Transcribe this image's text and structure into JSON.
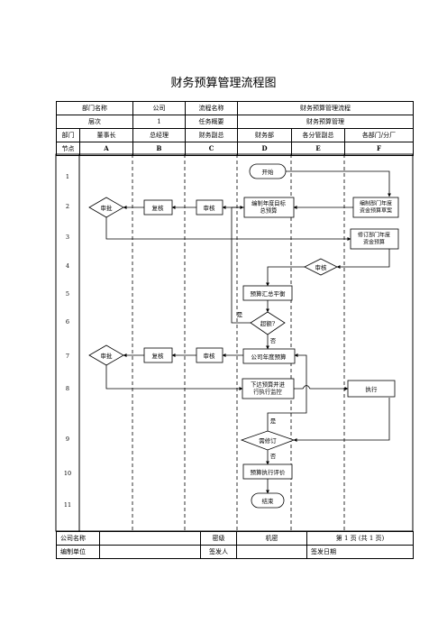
{
  "title": "财务预算管理流程图",
  "header": {
    "dept_name_label": "部门名称",
    "dept_name_value": "公司",
    "process_name_label": "流程名称",
    "process_name_value": "财务预算管理流程",
    "level_label": "层次",
    "level_value": "1",
    "task_label": "任务概要",
    "task_value": "财务预算管理",
    "departments": [
      "部门",
      "董事长",
      "总经理",
      "财务副总",
      "财务部",
      "各分管副总",
      "各部门/分厂"
    ],
    "nodes": [
      "节点",
      "A",
      "B",
      "C",
      "D",
      "E",
      "F"
    ]
  },
  "rows": [
    "1",
    "2",
    "3",
    "4",
    "5",
    "6",
    "7",
    "8",
    "9",
    "10",
    "11"
  ],
  "flow": {
    "start": "开始",
    "budget_target": "编制年度目标总预算",
    "dept_draft": "编制部门年度资金预算草案",
    "review_c2": "审核",
    "recheck_b2": "复核",
    "approve_a2": "审批",
    "revise_dept": "修订部门年度资金预算",
    "review_e4": "审核",
    "summary_balance": "预算汇总平衡",
    "over_limit": "超额?",
    "yes": "是",
    "no": "否",
    "company_budget": "公司年度预算",
    "review_c7": "审核",
    "recheck_b7": "复核",
    "approve_a7": "审批",
    "issue_budget": "下达预算并进行执行监控",
    "execute": "执行",
    "need_revise": "需修订",
    "evaluate": "预算执行评价",
    "end": "结束"
  },
  "footer": {
    "company_label": "公司名称",
    "secret_label": "密级",
    "secret_value": "机密",
    "page_value": "第 1 页 (共 1 页)",
    "compiler_label": "编制单位",
    "issuer_label": "签发人",
    "issue_date_label": "签发日期"
  }
}
